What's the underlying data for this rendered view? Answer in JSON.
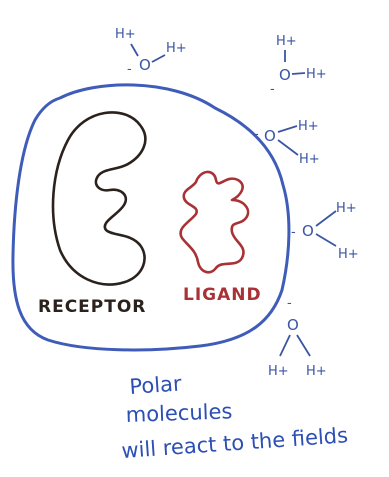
{
  "labels": {
    "receptor": "RECEPTOR",
    "ligand": "LIGAND"
  },
  "caption": {
    "line1": "Polar",
    "line2": "molecules",
    "line3": "will react to the fields"
  },
  "molecules": [
    {
      "minus": "-",
      "o": "O",
      "h_left": "H+",
      "h_right": "H+"
    },
    {
      "minus": "-",
      "o": "O",
      "h_top": "H+",
      "h_right": "H+"
    },
    {
      "minus": "-",
      "o": "O",
      "h_top": "H+",
      "h_bottom": "H+"
    },
    {
      "minus": "-",
      "o": "O",
      "h_top": "H+",
      "h_bottom": "H+"
    },
    {
      "minus": "-",
      "o": "O",
      "h_left": "H+",
      "h_right": "H+"
    }
  ],
  "colors": {
    "boundary": "#3f5db8",
    "receptor": "#2b211d",
    "ligand": "#a83236",
    "molecule": "#3a55a4",
    "caption": "#2c4fb5"
  }
}
